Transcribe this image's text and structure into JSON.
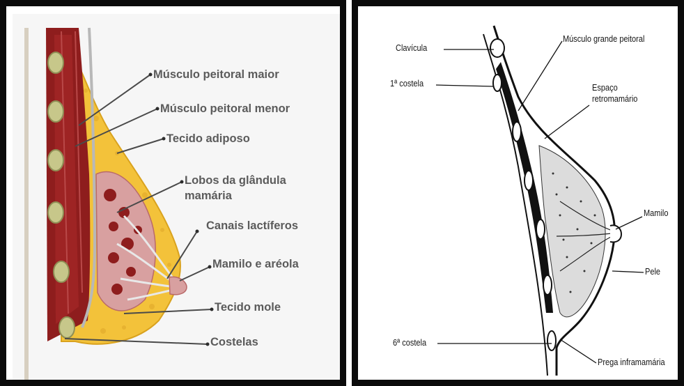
{
  "left_panel": {
    "labels": {
      "peitoral_maior": "Músculo peitoral maior",
      "peitoral_menor": "Músculo peitoral menor",
      "tecido_adiposo": "Tecido adiposo",
      "lobos_line1": "Lobos da glândula",
      "lobos_line2": "mamária",
      "canais": "Canais lactíferos",
      "mamilo_areola": "Mamilo e aréola",
      "tecido_mole": "Tecido mole",
      "costelas": "Costelas"
    },
    "colors": {
      "muscle": "#8e1d1d",
      "fat": "#f3c23a",
      "gland": "#d8a0a0",
      "rib": "#c7c78a",
      "text": "#5b5b5b"
    }
  },
  "right_panel": {
    "labels": {
      "clavicula": "Clavícula",
      "primeira_costela": "1ª costela",
      "musculo_grande_peitoral": "Músculo grande peitoral",
      "espaco_line1": "Espaço",
      "espaco_line2": "retromamário",
      "mamilo": "Mamilo",
      "pele": "Pele",
      "sexta_costela": "6ª costela",
      "prega": "Prega inframamária"
    }
  }
}
